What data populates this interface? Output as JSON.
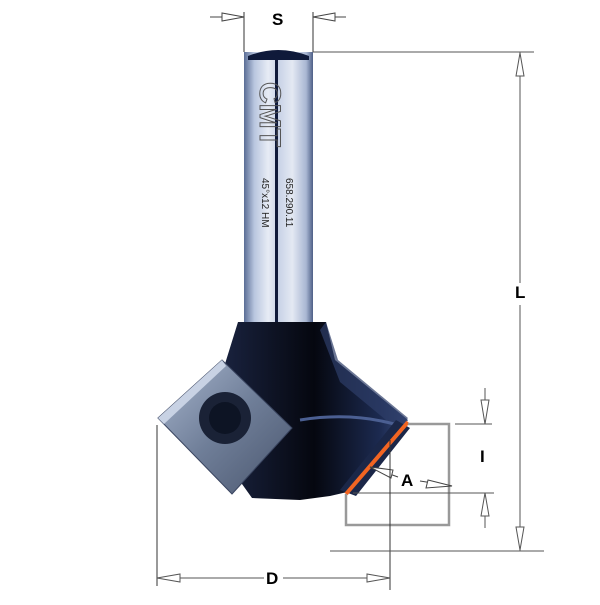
{
  "diagram": {
    "subject": "45° V-groove router bit with replaceable insert",
    "shank_marking": {
      "brand": "CMT",
      "part_number": "658.290.11",
      "spec": "45°x12 HM"
    },
    "dimensions": {
      "S": "S",
      "L": "L",
      "D": "D",
      "I": "I",
      "A": "A"
    },
    "colors": {
      "cutting_edge": "#f26522",
      "dimension_line": "#555555",
      "workpiece": "#999999",
      "body": "#0a0f1e",
      "shank": "#c9d3e6"
    }
  }
}
